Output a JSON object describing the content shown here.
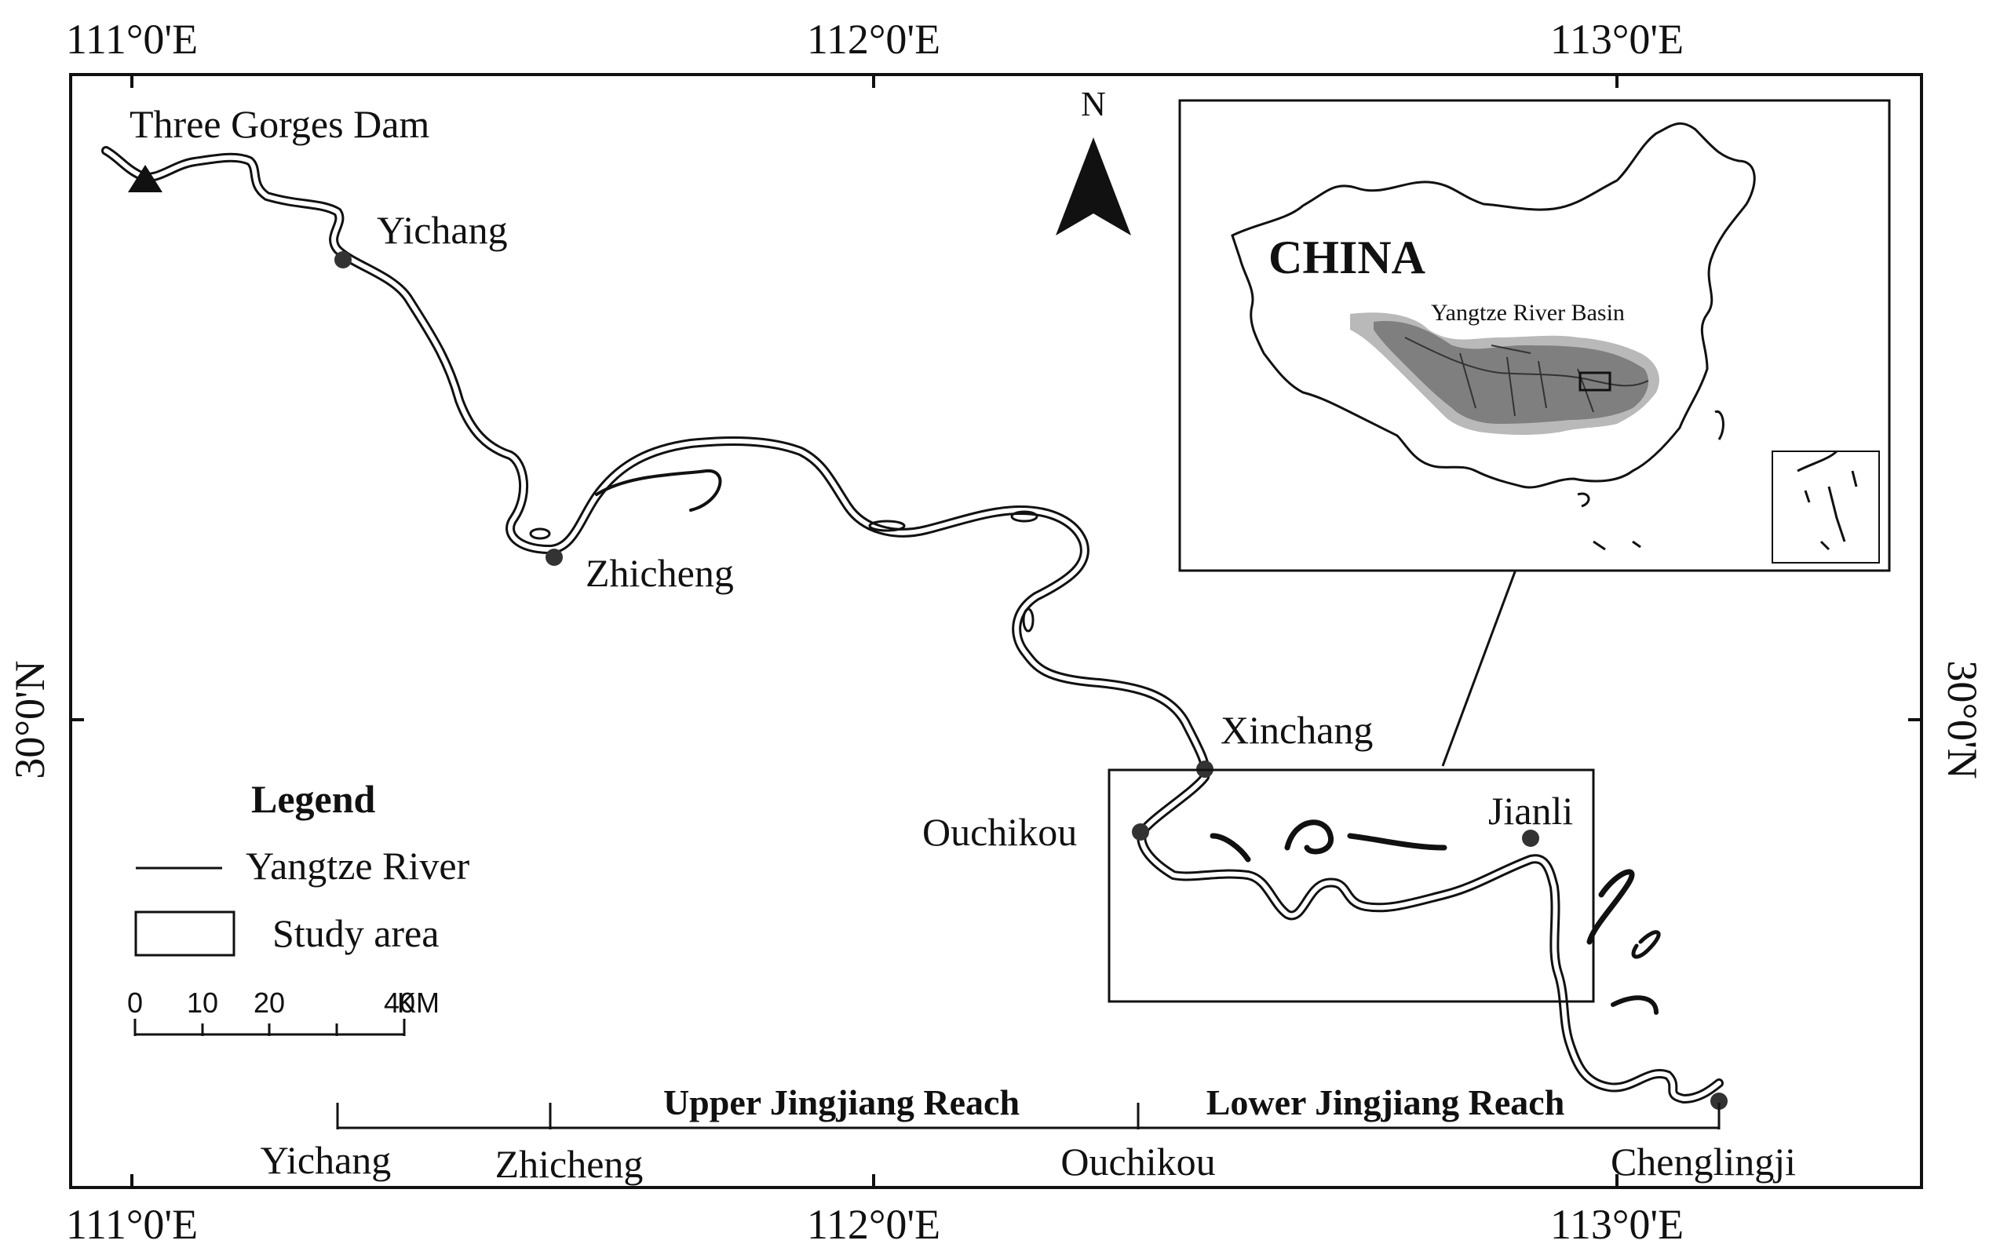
{
  "coordinates": {
    "top": [
      "111°0'E",
      "112°0'E",
      "113°0'E"
    ],
    "bottom": [
      "111°0'E",
      "112°0'E",
      "113°0'E"
    ],
    "left": "30°0'N",
    "right": "30°0'N"
  },
  "places": {
    "dam": "Three Gorges Dam",
    "yichang": "Yichang",
    "zhicheng": "Zhicheng",
    "xinchang": "Xinchang",
    "ouchikou": "Ouchikou",
    "jianli": "Jianli"
  },
  "north_arrow": "N",
  "legend": {
    "title": "Legend",
    "river": "Yangtze River",
    "study_area": "Study area"
  },
  "scale_bar": {
    "labels": [
      "0",
      "10",
      "20",
      "40"
    ],
    "unit": "KM"
  },
  "reach_bar": {
    "upper": "Upper Jingjiang Reach",
    "lower": "Lower Jingjiang Reach",
    "stations": [
      "Yichang",
      "Zhicheng",
      "Ouchikou",
      "Chenglingji"
    ]
  },
  "inset": {
    "country": "CHINA",
    "basin": "Yangtze River Basin"
  },
  "colors": {
    "ink": "#111111",
    "basin_fill": "#7f7f7f",
    "basin_halo": "#b9b9b9"
  }
}
